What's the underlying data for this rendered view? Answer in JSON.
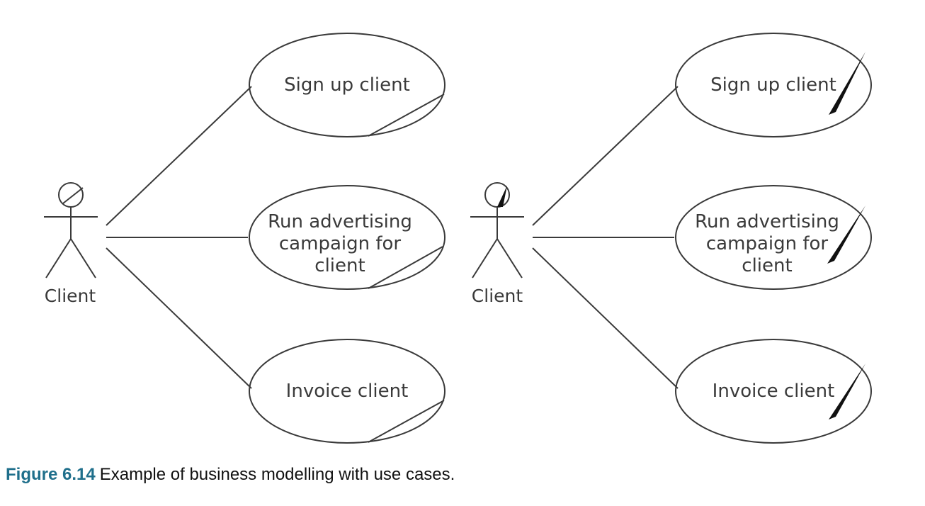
{
  "diagrams": [
    {
      "variant": "folded-corner",
      "actor": {
        "label": "Client"
      },
      "use_cases": [
        {
          "lines": [
            "Sign up client"
          ]
        },
        {
          "lines": [
            "Run advertising",
            "campaign for",
            "client"
          ]
        },
        {
          "lines": [
            "Invoice client"
          ]
        }
      ]
    },
    {
      "variant": "slash-mark",
      "actor": {
        "label": "Client"
      },
      "use_cases": [
        {
          "lines": [
            "Sign up client"
          ]
        },
        {
          "lines": [
            "Run advertising",
            "campaign for",
            "client"
          ]
        },
        {
          "lines": [
            "Invoice client"
          ]
        }
      ]
    }
  ],
  "caption": {
    "label": "Figure 6.14",
    "text": "Example of business modelling with use cases."
  },
  "colors": {
    "line": "#3a3a3a",
    "caption_label": "#1f6f8b"
  }
}
